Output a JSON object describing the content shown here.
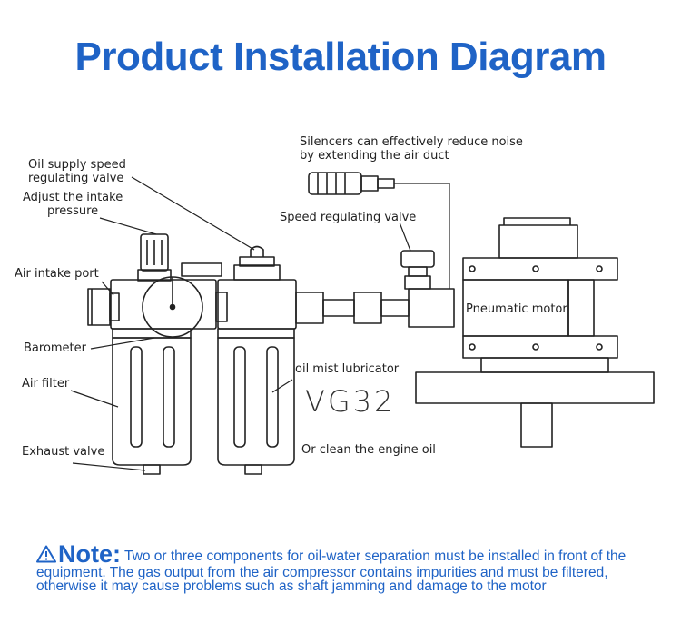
{
  "title": "Product Installation Diagram",
  "labels": {
    "oil_supply_speed": "Oil supply speed",
    "regulating_valve": "regulating valve",
    "adjust_intake": "Adjust the intake",
    "pressure": "pressure",
    "air_intake_port": "Air intake port",
    "barometer": "Barometer",
    "air_filter": "Air filter",
    "exhaust_valve": "Exhaust valve",
    "silencers_line1": "Silencers can effectively reduce noise",
    "silencers_line2": "by extending the air duct",
    "speed_regulating_valve": "Speed regulating valve",
    "pneumatic_motor": "Pneumatic motor",
    "oil_mist_lubricator": "oil mist lubricator",
    "vg32": "VG32",
    "clean_engine_oil": "Or clean the engine oil"
  },
  "note": {
    "icon": "warning-triangle-icon",
    "heading": "Note:",
    "text": "Two or three components for oil-water separation must be installed in front of the equipment. The gas output from the air compressor contains impurities and must be filtered, otherwise it may cause problems such as shaft jamming and damage to the motor"
  },
  "colors": {
    "accent": "#1f63c6",
    "line": "#222222"
  }
}
